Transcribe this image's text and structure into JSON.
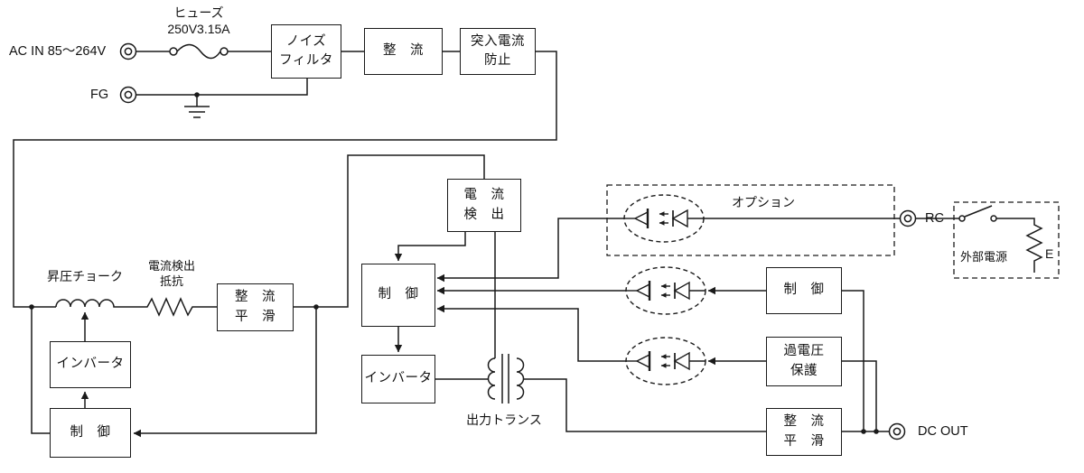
{
  "colors": {
    "ink": "#1a1a1a",
    "background": "#ffffff"
  },
  "terminals": {
    "ac_in": "AC IN 85〜264V",
    "fg": "FG",
    "rc": "RC",
    "dc_out": "DC OUT"
  },
  "labels": {
    "fuse_name": "ヒューズ",
    "fuse_rating": "250V3.15A",
    "boost_choke": "昇圧チョーク",
    "current_sense_resistor": [
      "電流検出",
      "抵抗"
    ],
    "option": "オプション",
    "external_power": "外部電源",
    "external_power_node": "E",
    "output_transformer": "出力トランス"
  },
  "boxes": {
    "noise_filter": [
      "ノイズ",
      "フィルタ"
    ],
    "rectifier": [
      "整　流"
    ],
    "inrush_current_protection": [
      "突入電流",
      "防止"
    ],
    "rectify_smooth_pfc": [
      "整　流",
      "平　滑"
    ],
    "inverter_pfc": [
      "インバータ"
    ],
    "control_pfc": [
      "制　御"
    ],
    "current_detect": [
      "電　流",
      "検　出"
    ],
    "control_main": [
      "制　御"
    ],
    "inverter_main": [
      "インバータ"
    ],
    "control_secondary": [
      "制　御"
    ],
    "overvoltage_protection": [
      "過電圧",
      "保護"
    ],
    "rectify_smooth_output": [
      "整　流",
      "平　滑"
    ]
  }
}
